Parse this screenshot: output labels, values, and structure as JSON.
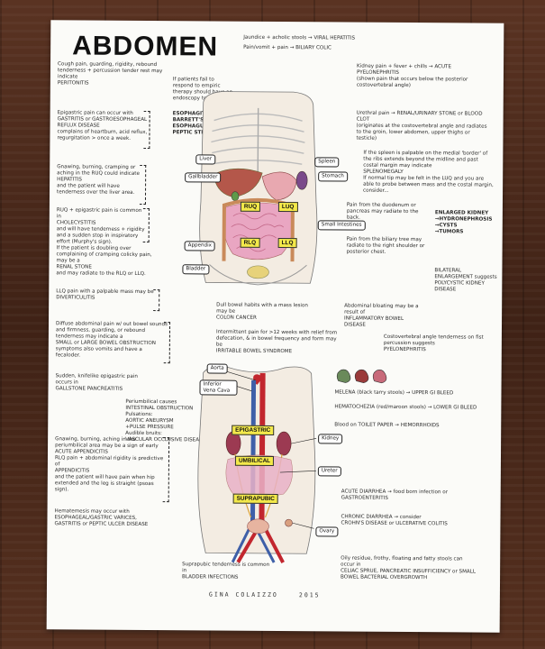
{
  "title": "ABDOMEN",
  "signature": {
    "name": "GINA COLAIZZO",
    "year": "2015"
  },
  "top_right": {
    "hepatitis_line": "Jaundice + acholic stools → VIRAL HEPATITIS",
    "biliary_line": "Pain/vomit + pain → BILIARY COLIC"
  },
  "left_notes": {
    "peritonitis": "Cough pain, guarding, rigidity, rebound tenderness + percussion tender rest may indicate\nPERITONITIS",
    "gastritis": "Epigastric pain can occur with\nGASTRITIS or GASTROESOPHAGEAL REFLUX DISEASE\ncomplains of heartburn, acid reflux, regurgitation > once a week.",
    "hepatitis": "Gnawing, burning, cramping or aching in the RUQ could indicate\nHEPATITIS\nand the patient will have tenderness over the liver area.",
    "cholecystitis": "RUQ + epigastric pain is common in\nCHOLECYSTITIS\nand will have tenderness + rigidity and a sudden stop in inspiratory effort (Murphy's sign).",
    "renal": "If the patient is doubling over complaining of cramping colicky pain, may be a\nRENAL STONE\nand may radiate to the RLQ or LLQ.",
    "diverticulitis": "LLQ pain with a palpable mass may be\nDIVERTICULITIS",
    "obstruction": "Diffuse abdominal pain w/ out bowel sounds and firmness, guarding, or rebound tenderness may indicate a\nSMALL or LARGE BOWEL OBSTRUCTION\nsymptoms also vomits and have a fecaloder.",
    "gallstone": "Sudden, knifelike epigastric pain occurs in\nGALLSTONE PANCREATITIS",
    "appendicitis": "Gnawing, burning, aching in the periumbilical area may be a sign of early\nACUTE APPENDICITIS\nRLQ pain + abdominal rigidity is predictive of\nAPPENDICITIS\nand the patient will have pain when hip extended and the leg is straight (psoas sign).",
    "varices": "Hematemesis may occur with\nESOPHAGEAL/GASTRIC VARICES, GASTRITIS or PEPTIC ULCER DISEASE",
    "bladder": "Suprapubic tenderness is common in\nBLADDER INFECTIONS"
  },
  "center_notes": {
    "esophagitis": "If patients fail to respond to empiric therapy should have an endoscopy to r/o",
    "esophagitis_list": "ESOPHAGITIS\nBARRETT'S ESOPHAGUS\nPEPTIC STRICTURES",
    "colon_cancer": "Dull bowel habits with a mass lesion may be\nCOLON CANCER",
    "ibs": "Intermittent pain for >12 weeks with relief from defecation, & in bowel frequency and form may be\nIRRITABLE BOWEL SYNDROME",
    "ibd": "Abdominal bloating may be a result of\nINFLAMMATORY BOWEL DISEASE",
    "obstruction_top": "Periumbilical causes\nINTESTINAL OBSTRUCTION\nPulsations:\nAORTIC ANEURYSM\n+PULSE PRESSURE\nAudible bruits:\nVASCULAR OCCLUSIVE DISEASE"
  },
  "right_notes": {
    "pyelonephritis": "Kidney pain + fever + chills → ACUTE PYELONEPHRITIS\n(shown pain that occurs below the posterior costovertebral angle)",
    "urethral": "Urethral pain → RENAL/URINARY STONE or BLOOD CLOT\n(originates at the costovertebral angle and radiates to the groin, lower abdomen, upper thighs or testicle)",
    "spleen": "If the spleen is palpable on the medial 'border' of the ribs extends beyond the midline and past costal margin may indicate\nSPLENOMEGALY\nIf normal tip may be felt in the LUQ and you are able to probe between mass and the costal margin, consider...",
    "pain_flank": "Pain from the duodenum or pancreas may radiate to the back.",
    "biliary_pain": "Pain from the biliary tree may radiate to the right shoulder or posterior chest.",
    "kidney_list": "ENLARGED KIDNEY\n→HYDRONEPHROSIS\n→CYSTS\n→TUMORS",
    "bilateral": "BILATERAL ENLARGEMENT suggests\nPOLYCYSTIC KIDNEY DISEASE",
    "cva": "Costovertebral angle tenderness on fist percussion suggests\nPYELONEPHRITIS",
    "melena": "MELENA (black tarry stools) → UPPER GI BLEED",
    "hematochezia": "HEMATOCHEZIA (red/maroon stools) → LOWER GI BLEED",
    "hemorrhoids": "Blood on TOILET PAPER → HEMORRHOIDS",
    "diarrhea_acute": "ACUTE DIARRHEA → food born infection or\nGASTROENTERITIS",
    "diarrhea_chronic": "CHRONIC DIARRHEA → consider\nCROHN'S DISEASE or ULCERATIVE COLITIS",
    "celiac": "Oily residue, frothy, floating and fatty stools can occur in\nCELIAC SPRUE, PANCREATIC INSUFFICIENCY or SMALL BOWEL BACTERIAL OVERGROWTH"
  },
  "diagram1_labels": {
    "liver": "Liver",
    "gallbladder": "Gallbladder",
    "spleen": "Spleen",
    "stomach": "Stomach",
    "appendix": "Appendix",
    "bladder": "Bladder",
    "small_intestines": "Small Intestines",
    "ruq": "RUQ",
    "luq": "LUQ",
    "rlq": "RLQ",
    "llq": "LLQ"
  },
  "diagram2_labels": {
    "aorta": "Aorta",
    "vena_cava": "Inferior Vena Cava",
    "kidney": "Kidney",
    "ureter": "Ureter",
    "ovary": "Ovary",
    "epigastric": "EPIGASTRIC",
    "umbilical": "UMBILICAL",
    "suprapubic": "SUPRAPUBIC"
  }
}
